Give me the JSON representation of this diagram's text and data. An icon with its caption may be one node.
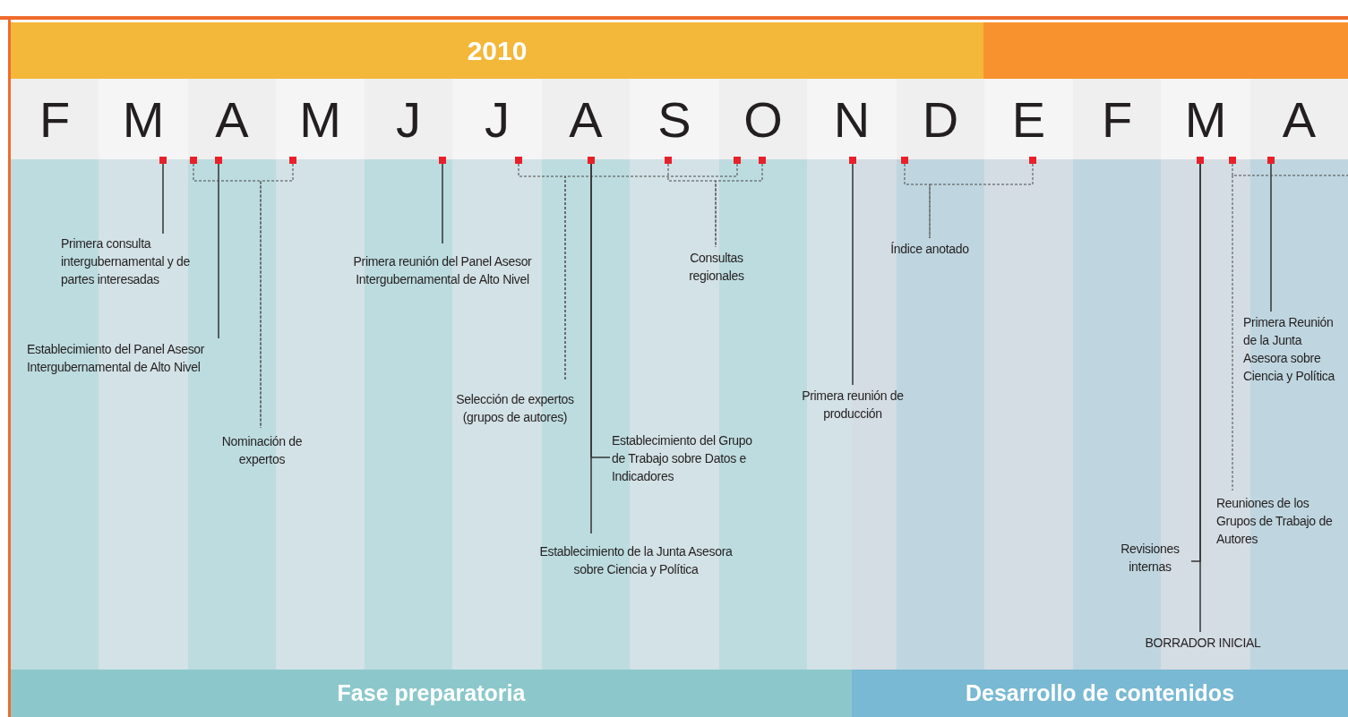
{
  "diagram": {
    "nodes": [
      {
        "text": [
          "2010"
        ]
      },
      {
        "text": [],
        "shape": "box"
      },
      {
        "text": [],
        "shape": "box"
      },
      {
        "text": [],
        "shape": "box"
      },
      {
        "text": [],
        "shape": "box"
      },
      {
        "text": [],
        "shape": "box"
      },
      {
        "text": [],
        "shape": "box"
      },
      {
        "text": [],
        "shape": "box"
      },
      {
        "text": [],
        "shape": "box"
      },
      {
        "text": [],
        "shape": "box"
      },
      {
        "text": [],
        "shape": "box"
      },
      {
        "text": [],
        "shape": "box"
      },
      {
        "text": [],
        "shape": "box"
      },
      {
        "text": [],
        "shape": "box"
      },
      {
        "text": [],
        "shape": "box"
      },
      {
        "text": [],
        "shape": "box"
      },
      {
        "text": [],
        "shape": "box"
      },
      {
        "text": [
          "Primera consulta intergubernamental y de partes interesadas"
        ]
      },
      {
        "text": [
          "Consultas regionales"
        ]
      },
      {
        "text": [
          "Índice anotado"
        ]
      },
      {
        "text": [
          "Primera reunión del Panel Asesor Intergubernamental de Alto Nivel"
        ]
      },
      {
        "text": [
          "Primera Reunión de la Junta Asesora sobre Ciencia y Política"
        ]
      },
      {
        "text": [
          "Establecimiento del Panel Asesor Intergubernamental de Alto Nivel"
        ]
      },
      {
        "text": [
          "Primera reunión de producción"
        ]
      },
      {
        "text": [
          "Selección de expertos (grupos de autores)"
        ]
      },
      {
        "text": [
          "Nominación de expertos"
        ]
      },
      {
        "text": [
          "Establecimiento del Grupo de Trabajo sobre Datos e Indicadores"
        ]
      },
      {
        "text": [
          "Reuniones de los Grupos de Trabajo de Autores"
        ]
      },
      {
        "text": [
          "Revisiones internas"
        ]
      },
      {
        "text": [
          "Establecimiento de la Junta Asesora sobre Ciencia y Política"
        ]
      },
      {
        "text": [
          "BORRADOR INICIAL"
        ]
      },
      {
        "text": [
          "Fase preparatoria"
        ]
      },
      {
        "text": [
          "Desarrollo de contenidos"
        ]
      },
      {
        "text": [],
        "shape": "bar"
      }
    ],
    "edges": [
      {
        "from": 1,
        "to": 17,
        "arrow": "none"
      },
      {
        "from": 3,
        "to": 22,
        "arrow": "none"
      },
      {
        "from": 2,
        "to": 25,
        "arrow": "none",
        "style": "dashed"
      },
      {
        "from": 4,
        "to": 25,
        "arrow": "none",
        "style": "dashed"
      },
      {
        "from": 5,
        "to": 20,
        "arrow": "none"
      },
      {
        "from": 6,
        "to": 24,
        "arrow": "none",
        "style": "dashed"
      },
      {
        "from": 9,
        "to": 24,
        "arrow": "none",
        "style": "dashed"
      },
      {
        "from": 8,
        "to": 18,
        "arrow": "none",
        "style": "dashed"
      },
      {
        "from": 10,
        "to": 18,
        "arrow": "none",
        "style": "dashed"
      },
      {
        "from": 7,
        "to": 26,
        "arrow": "none"
      },
      {
        "from": 7,
        "to": 29,
        "arrow": "none"
      },
      {
        "from": 11,
        "to": 23,
        "arrow": "none"
      },
      {
        "from": 12,
        "to": 19,
        "arrow": "none",
        "style": "dashed"
      },
      {
        "from": 13,
        "to": 19,
        "arrow": "none",
        "style": "dashed"
      },
      {
        "from": 16,
        "to": 21,
        "arrow": "none"
      },
      {
        "from": 15,
        "to": 27,
        "arrow": "none",
        "style": "dashed"
      },
      {
        "from": 14,
        "to": 28,
        "arrow": "none"
      },
      {
        "from": 14,
        "to": 30,
        "arrow": "none"
      }
    ],
    "labels": [
      "F",
      "M",
      "A",
      "M",
      "J",
      "J",
      "A",
      "S",
      "O",
      "N",
      "D",
      "E",
      "F",
      "M",
      "A"
    ]
  }
}
